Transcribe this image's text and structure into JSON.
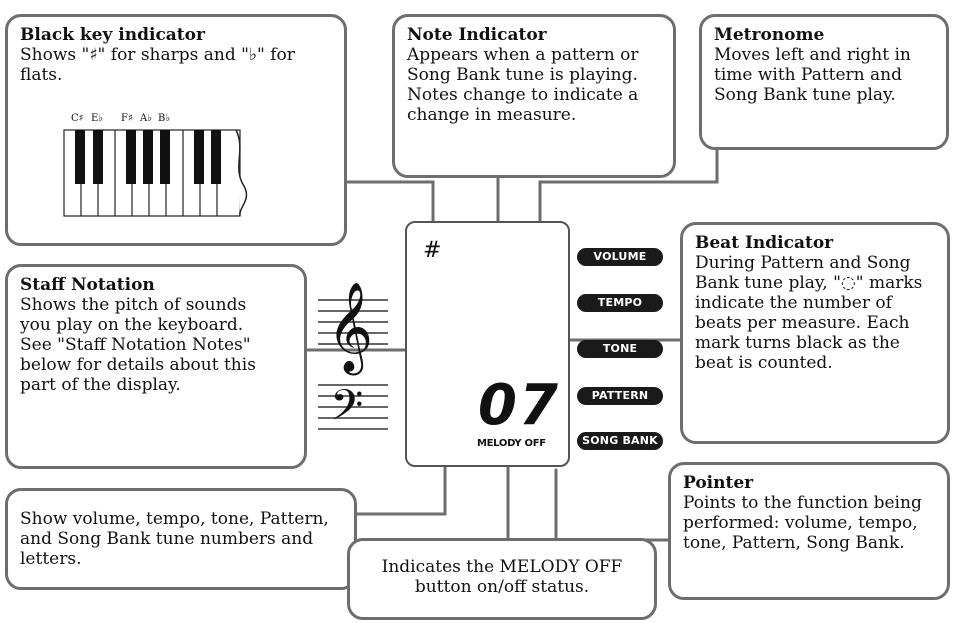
{
  "callouts": {
    "black_key": {
      "title": "Black key indicator",
      "body": "Shows \"♯\" for sharps and \"♭\" for flats."
    },
    "note": {
      "title": "Note Indicator",
      "body": "Appears when a pattern or Song Bank tune is playing. Notes change to indicate a change in measure."
    },
    "metronome": {
      "title": "Metronome",
      "body": "Moves left and right in time with Pattern and Song Bank tune play."
    },
    "staff": {
      "title": "Staff Notation",
      "body": "Shows the pitch of sounds you play on the keyboard. See \"Staff Notation Notes\" below for details about this part of the display."
    },
    "beat": {
      "title": "Beat Indicator",
      "body": "During Pattern and Song Bank tune play, \"◌\" marks indicate the number of beats per measure. Each mark turns black as the beat is counted."
    },
    "numbers": {
      "body": "Show volume, tempo, tone, Pattern, and Song Bank tune numbers and letters."
    },
    "melody": {
      "body": "Indicates the MELODY OFF button on/off status."
    },
    "pointer": {
      "title": "Pointer",
      "body": "Points to the function being performed: volume, tempo, tone, Pattern, Song Bank."
    }
  },
  "keyboard_labels": [
    "C♯",
    "E♭",
    "F♯",
    "A♭",
    "B♭"
  ],
  "lcd": {
    "sharp": "#",
    "digits": "07",
    "melody_off": "MELODY OFF"
  },
  "function_buttons": [
    "VOLUME",
    "TEMPO",
    "TONE",
    "PATTERN",
    "SONG BANK"
  ]
}
